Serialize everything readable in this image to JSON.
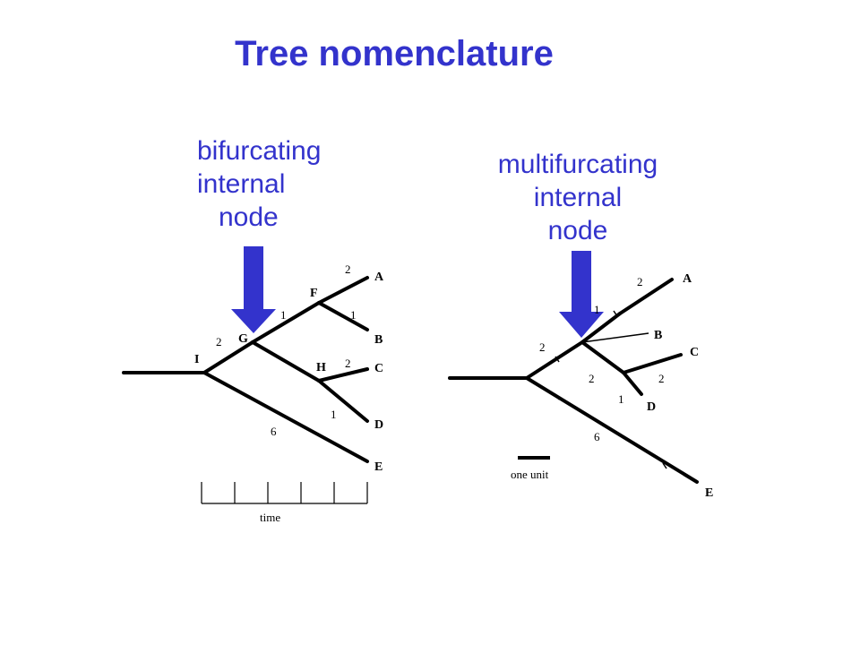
{
  "title": "Tree nomenclature",
  "left_label": {
    "line1": "bifurcating",
    "line2": "internal",
    "line3": "node"
  },
  "right_label": {
    "line1": "multifurcating",
    "line2": "internal",
    "line3": "node"
  },
  "arrow_color": "#3333cc",
  "text_color": "#3333cc",
  "left_tree": {
    "nodes": {
      "I": "I",
      "G": "G",
      "F": "F",
      "H": "H"
    },
    "leaves": {
      "A": "A",
      "B": "B",
      "C": "C",
      "D": "D",
      "E": "E"
    },
    "branch_lengths": {
      "GF": "1",
      "FA": "2",
      "FB": "1",
      "IG": "2",
      "HC": "2",
      "HD": "1",
      "IE": "6"
    },
    "time_label": "time"
  },
  "right_tree": {
    "leaves": {
      "A": "A",
      "B": "B",
      "C": "C",
      "D": "D",
      "E": "E"
    },
    "branch_lengths": {
      "A": "2",
      "upper": "1",
      "root_up": "2",
      "cnode": "2",
      "C": "2",
      "D": "1",
      "E": "6"
    },
    "scale_label": "one unit"
  }
}
